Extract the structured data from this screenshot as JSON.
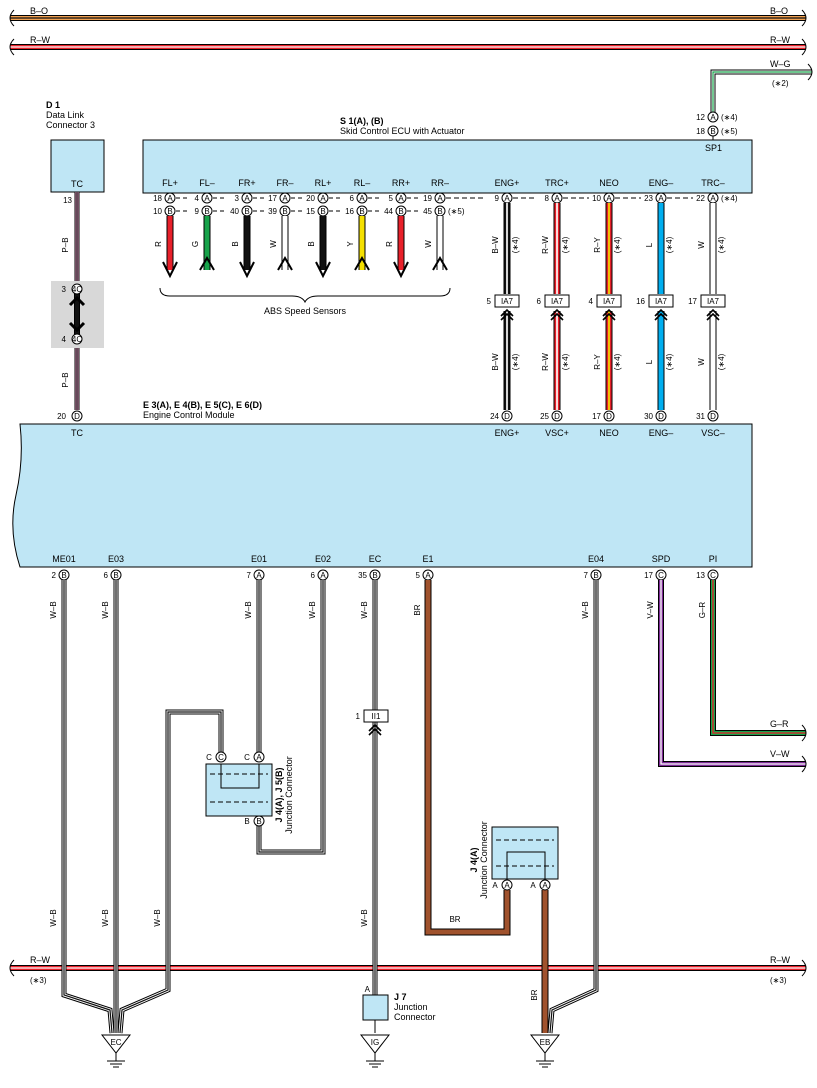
{
  "colors": {
    "ecu_fill": "#bfe6f5",
    "shade": "#d8d8d8",
    "B": "#111111",
    "W": "#ffffff",
    "R": "#e8202a",
    "G": "#17a34a",
    "Y": "#f5e000",
    "L": "#00aeef",
    "O": "#f0a050",
    "P": "#e8a0c8",
    "V": "#7d2a96",
    "BR": "#a0522d"
  },
  "buses": {
    "top_bo": {
      "label": "B–O"
    },
    "top_rw": {
      "label": "R–W"
    },
    "wg": {
      "label": "W–G",
      "note": "(∗2)"
    },
    "bottom_rw": {
      "label": "R–W",
      "note": "(∗3)"
    }
  },
  "d1": {
    "id": "D 1",
    "name_line1": "Data Link",
    "name_line2": "Connector 3",
    "pin_label": "TC",
    "pin_no": "13"
  },
  "s1": {
    "id": "S 1(A), (B)",
    "name": "Skid Control ECU with Actuator",
    "sp1": "SP1",
    "pin12": "12",
    "pin18": "18",
    "note4": "(∗4)",
    "note5": "(∗5)",
    "sensor_labels": [
      "FL+",
      "FL–",
      "FR+",
      "FR–",
      "RL+",
      "RL–",
      "RR+",
      "RR–"
    ],
    "sensor_pins_a": [
      "18",
      "4",
      "3",
      "17",
      "20",
      "6",
      "5",
      "19"
    ],
    "sensor_pins_b": [
      "10",
      "9",
      "40",
      "39",
      "15",
      "16",
      "44",
      "45"
    ],
    "sensor_wires": [
      "R",
      "G",
      "B",
      "W",
      "B",
      "Y",
      "R",
      "W"
    ],
    "abs_caption": "ABS Speed Sensors",
    "out_labels": [
      "ENG+",
      "TRC+",
      "NEO",
      "ENG–",
      "TRC–"
    ],
    "out_pins": [
      "9",
      "8",
      "10",
      "23",
      "22"
    ]
  },
  "link": {
    "wires_top": [
      "B–W",
      "R–W",
      "R–Y",
      "L",
      "W"
    ],
    "wires_bottom": [
      "B–W",
      "R–W",
      "R–Y",
      "L",
      "W"
    ],
    "note": "(∗4)",
    "ia7": "IA7",
    "ia7_pins": [
      "5",
      "6",
      "4",
      "16",
      "17"
    ]
  },
  "tc_link": {
    "wire": "P–B",
    "conn": "4C",
    "pin3": "3",
    "pin4": "4"
  },
  "ecm": {
    "id": "E 3(A), E 4(B), E 5(C), E 6(D)",
    "name": "Engine Control Module",
    "tc": "TC",
    "tc_pin": "20",
    "top_labels": [
      "ENG+",
      "VSC+",
      "NEO",
      "ENG–",
      "VSC–"
    ],
    "top_pins": [
      "24",
      "25",
      "17",
      "30",
      "31"
    ],
    "bottom_labels": [
      "ME01",
      "E03",
      "E01",
      "E02",
      "EC",
      "E1",
      "E04",
      "SPD",
      "PI"
    ],
    "bottom_pins": [
      "2",
      "6",
      "7",
      "6",
      "35",
      "5",
      "7",
      "17",
      "13"
    ],
    "bottom_conns": [
      "B",
      "B",
      "A",
      "A",
      "B",
      "A",
      "B",
      "C",
      "C"
    ],
    "bottom_wires": [
      "W–B",
      "W–B",
      "W–B",
      "W–B",
      "W–B",
      "BR",
      "W–B",
      "V–W",
      "G–R"
    ]
  },
  "right_wires": {
    "gr": "G–R",
    "vw": "V–W"
  },
  "j4j5": {
    "title": "J 4(A), J 5(B)",
    "name": "Junction Connector"
  },
  "ii1": {
    "pin": "1",
    "name": "II1"
  },
  "j4a": {
    "title": "J 4(A)",
    "name": "Junction Connector"
  },
  "j7": {
    "title": "J 7",
    "line1": "Junction",
    "line2": "Connector"
  },
  "lower_wires": {
    "wb": "W–B",
    "br": "BR"
  },
  "grounds": [
    "EC",
    "IG",
    "EB"
  ]
}
